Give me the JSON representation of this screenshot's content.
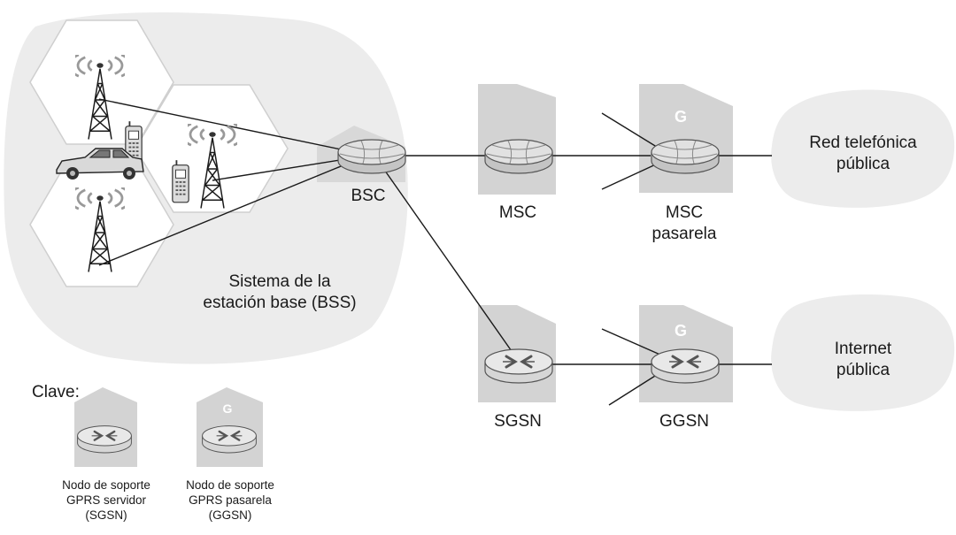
{
  "labels": {
    "bsc": "BSC",
    "msc": "MSC",
    "gmsc_line1": "MSC",
    "gmsc_line2": "pasarela",
    "cloud_phone_line1": "Red telefónica",
    "cloud_phone_line2": "pública",
    "cloud_internet_line1": "Internet",
    "cloud_internet_line2": "pública",
    "bss_line1": "Sistema de la",
    "bss_line2": "estación base (BSS)",
    "sgsn": "SGSN",
    "ggsn": "GGSN",
    "gateway_badge": "G"
  },
  "legend": {
    "title": "Clave:",
    "sgsn_line1": "Nodo de soporte",
    "sgsn_line2": "GPRS servidor",
    "sgsn_line3": "(SGSN)",
    "ggsn_line1": "Nodo de soporte",
    "ggsn_line2": "GPRS pasarela",
    "ggsn_line3": "(GGSN)"
  },
  "colors": {
    "region_fill": "#ececec",
    "building_fill": "#d3d3d3",
    "router_fill": "#e1e1e1",
    "router_edge": "#555555",
    "line": "#1a1a1a",
    "text": "#1a1a1a"
  }
}
